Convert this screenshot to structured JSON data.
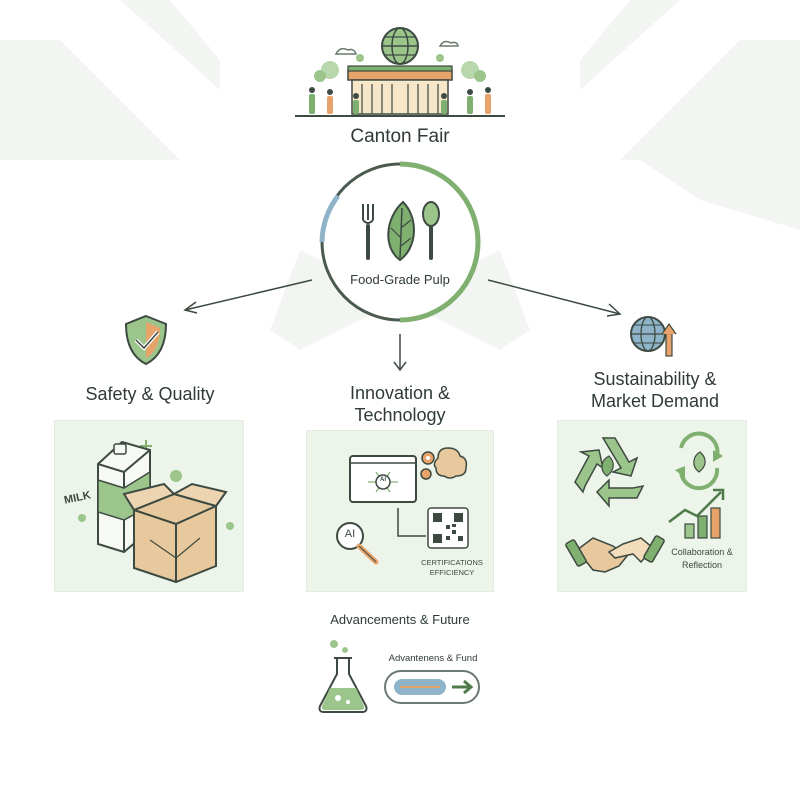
{
  "hub": {
    "event_title": "Canton Fair",
    "center_label": "Food-Grade Pulp"
  },
  "branches": [
    {
      "title_line1": "Safety & Quality",
      "title_line2": "",
      "icon": "shield-check-icon",
      "panel_text": "MILK",
      "panel_icons": [
        "milk-carton-icon",
        "pulp-box-icon"
      ]
    },
    {
      "title_line1": "Innovation &",
      "title_line2": "Technology",
      "icon": "arrow-down-icon",
      "panel_ai_label": "AI",
      "panel_ai_label2": "AI",
      "panel_caption_line1": "CERTIFICATIONS",
      "panel_caption_line2": "EFFICIENCY",
      "panel_icons": [
        "ai-screen-icon",
        "gear-icon",
        "brain-icon",
        "magnifier-ai-icon",
        "qr-code-icon"
      ]
    },
    {
      "title_line1": "Sustainability &",
      "title_line2": "Market Demand",
      "icon": "globe-growth-icon",
      "panel_caption_line1": "Collaboration &",
      "panel_caption_line2": "Reflection",
      "panel_icons": [
        "recycle-leaf-icon",
        "cycle-leaf-icon",
        "growth-chart-icon",
        "handshake-icon"
      ]
    }
  ],
  "future": {
    "heading": "Advancements & Future",
    "pill_label": "Advantenens & Fund",
    "icons": [
      "flask-icon",
      "progress-arrow-icon"
    ]
  },
  "colors": {
    "accent_green": "#7fb06f",
    "dark_green": "#4f7a4a",
    "light_panel": "#edf4ea",
    "blue_accent": "#8fb3c9",
    "orange_accent": "#e8a36a",
    "text": "#2f3b33"
  }
}
